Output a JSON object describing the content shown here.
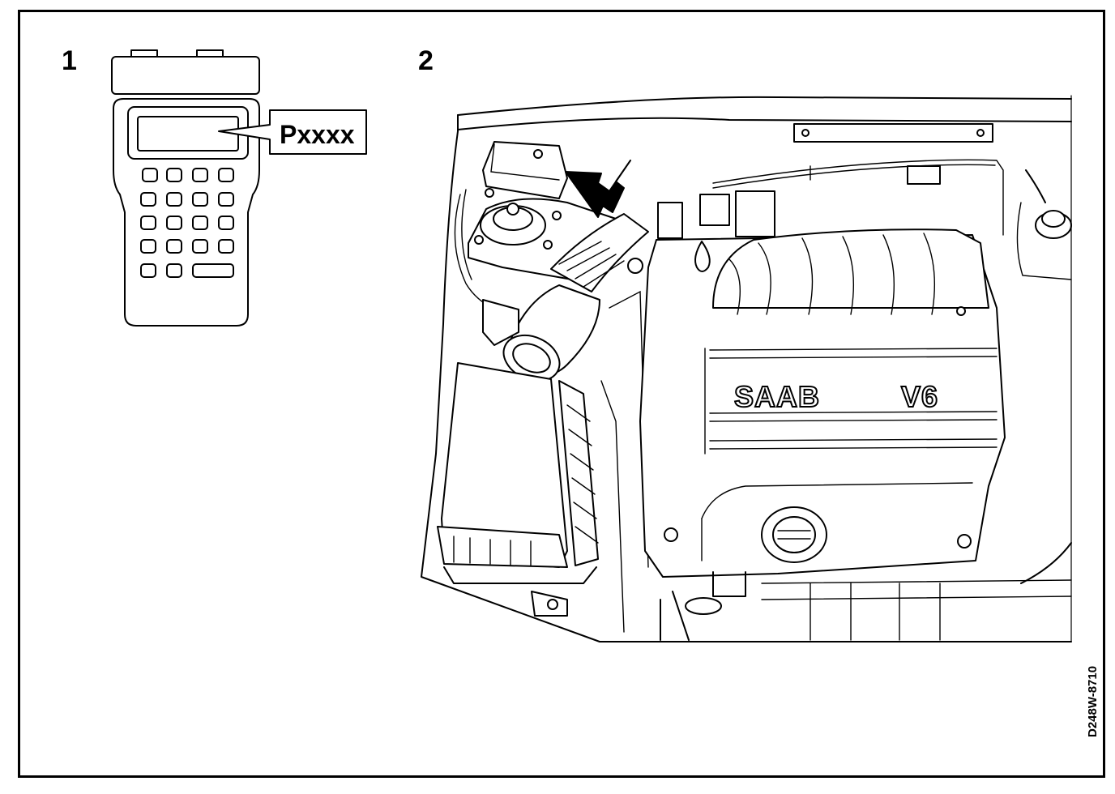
{
  "steps": [
    {
      "number": "1"
    },
    {
      "number": "2"
    }
  ],
  "tester_display_code": "Pxxxx",
  "engine_cover": {
    "brand": "SAAB",
    "model": "V6"
  },
  "figure_code": "D248W-8710",
  "icons": [
    "diagnostic-tester-icon",
    "pointer-arrow-icon",
    "oil-filler-cap-icon"
  ]
}
